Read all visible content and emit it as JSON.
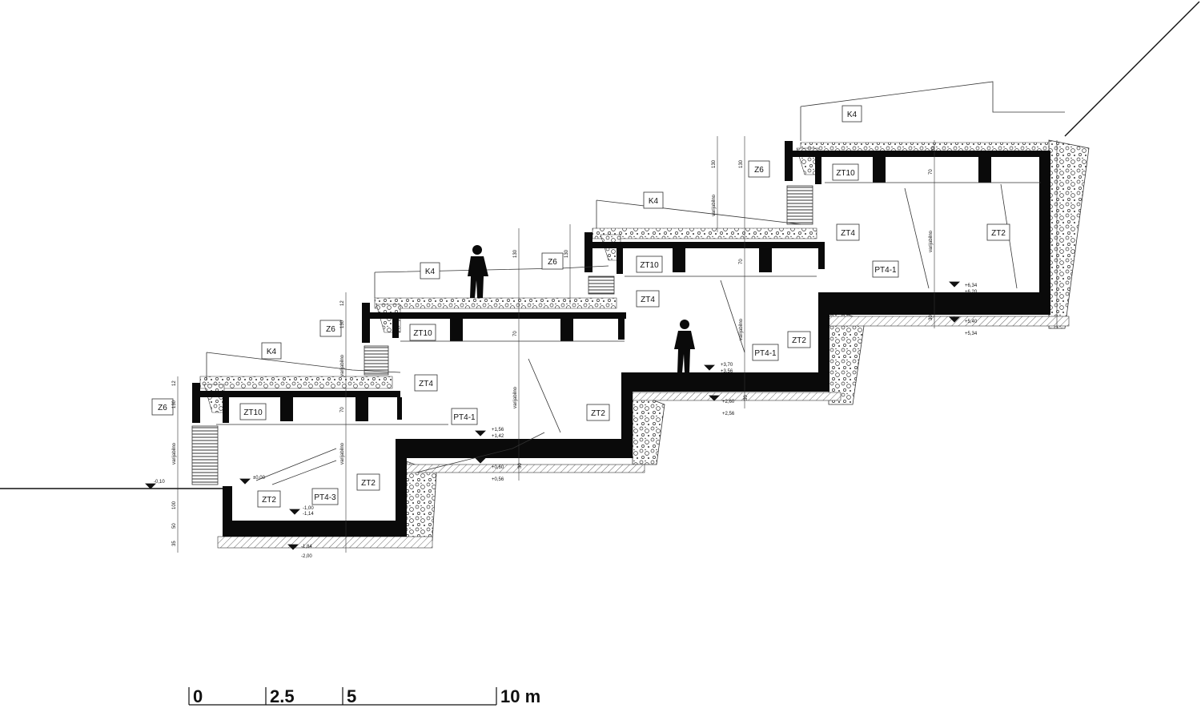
{
  "section": {
    "tags": {
      "k4": "K4",
      "z6": "Z6",
      "zt10": "ZT10",
      "zt4": "ZT4",
      "zt2": "ZT2",
      "pt4_1": "PT4-1",
      "pt4_3": "PT4-3"
    },
    "levels": {
      "ground": "-0,10",
      "zero": "±0,00",
      "l1a": "-1,00",
      "l1b": "-1,14",
      "l2a": "-1,84",
      "l2b": "-2,00",
      "l3a": "+1,56",
      "l3b": "+1,42",
      "l4a": "+0,60",
      "l4b": "+0,56",
      "l5a": "+3,70",
      "l5b": "+3,56",
      "l6a": "+2,60",
      "l6b": "+2,56",
      "l7a": "+6,34",
      "l7b": "+6,20",
      "l8a": "+5,40",
      "l8b": "+5,34"
    },
    "dims": {
      "d12": "12",
      "d20": "20",
      "d30": "30",
      "d35": "35",
      "d50": "50",
      "d70": "70",
      "d100": "100",
      "d130": "130",
      "var": "varijabilno"
    }
  },
  "scale_bar": {
    "labels": [
      "0",
      "2.5",
      "5",
      "10 m"
    ]
  }
}
